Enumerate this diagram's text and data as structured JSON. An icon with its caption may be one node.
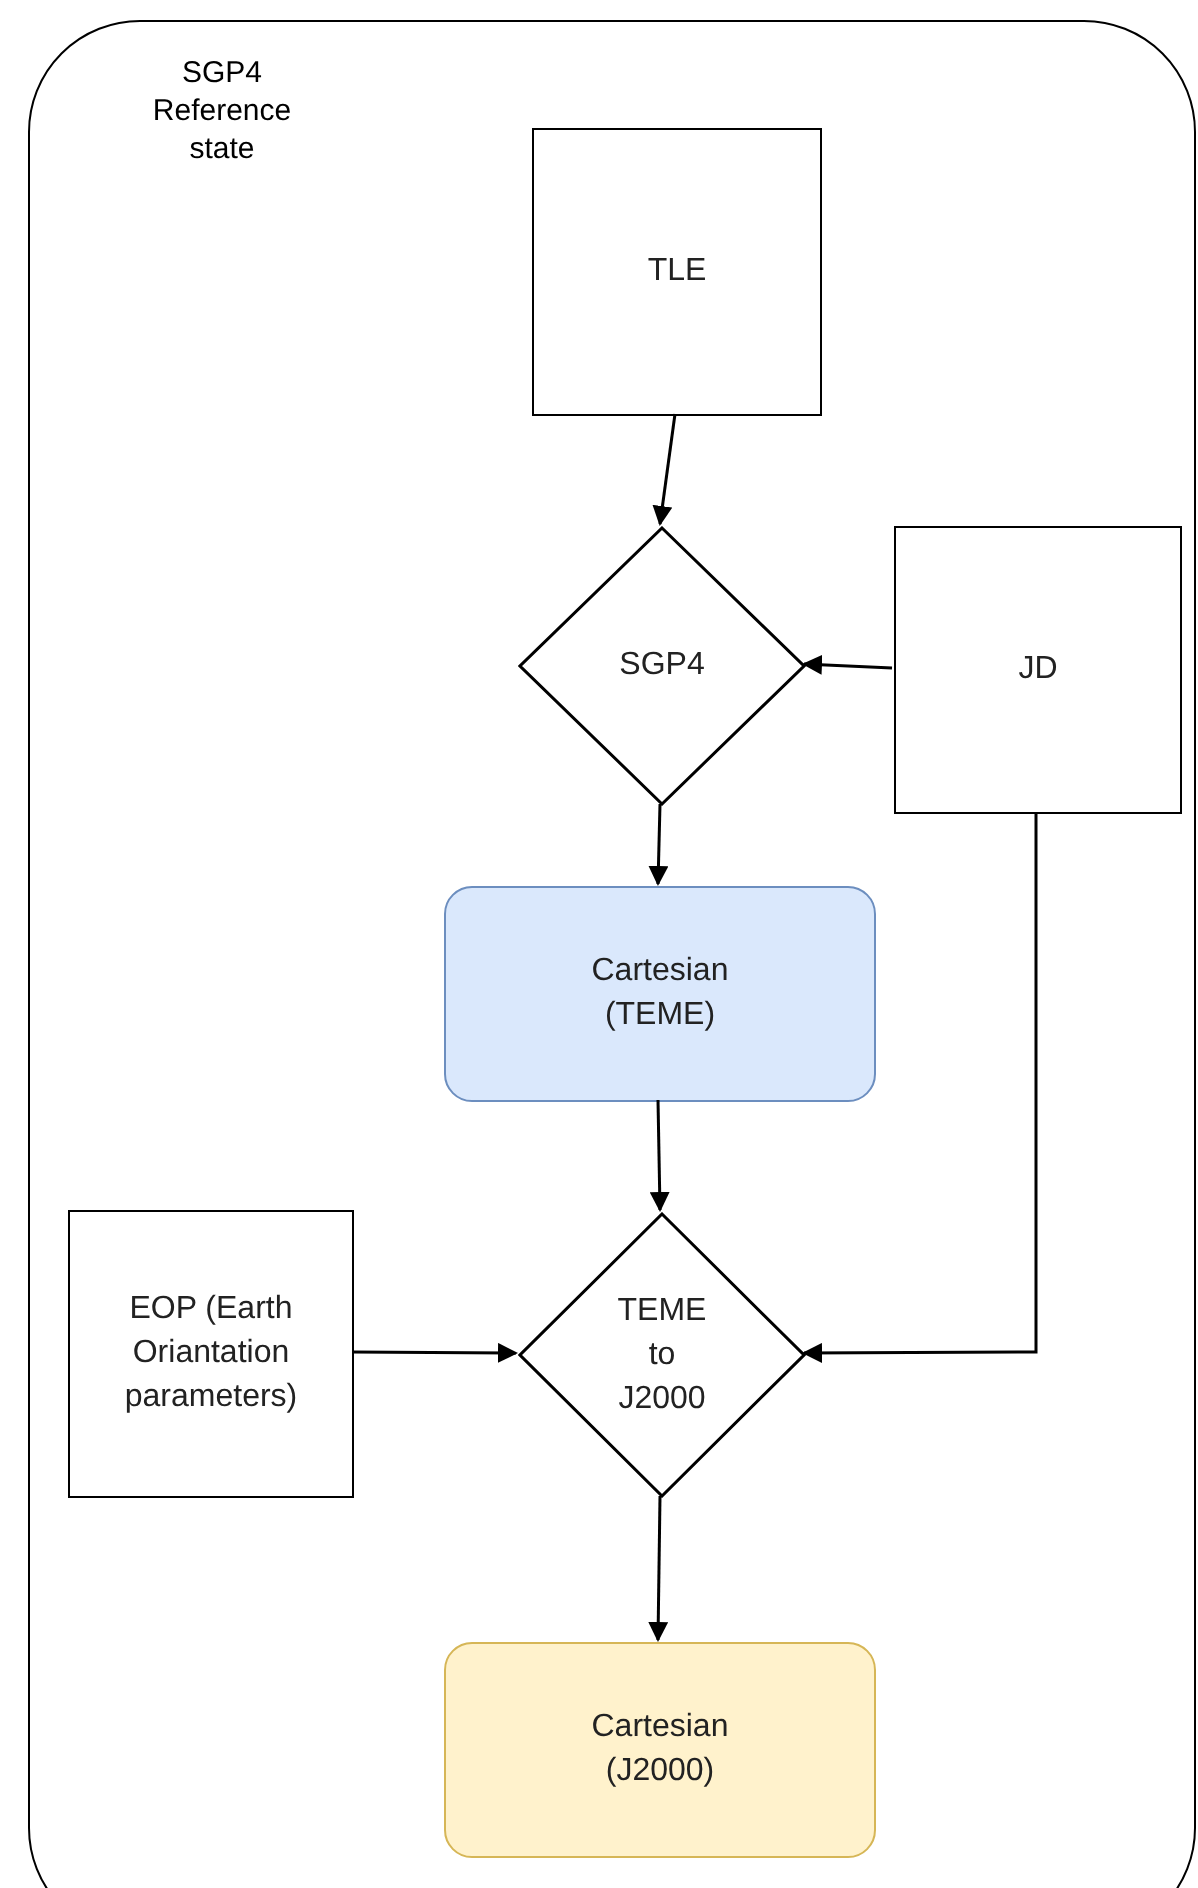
{
  "diagram": {
    "nodes": [
      {
        "text": [
          "SGP4 Reference state"
        ]
      },
      {
        "text": [
          "TLE"
        ],
        "in": 0
      },
      {
        "text": [
          "SGP4"
        ],
        "in": 0
      },
      {
        "text": [
          "JD"
        ],
        "in": 0
      },
      {
        "text": [
          "Cartesian (TEME)"
        ],
        "in": 0
      },
      {
        "text": [
          "EOP (Earth Oriantation parameters)"
        ],
        "in": 0
      },
      {
        "text": [
          "TEME to J2000"
        ],
        "in": 0
      },
      {
        "text": [
          "Cartesian (J2000)"
        ],
        "in": 0
      }
    ],
    "edges": [
      {
        "from": 1,
        "to": 2,
        "arrow": "to"
      },
      {
        "from": 3,
        "to": 2,
        "arrow": "to"
      },
      {
        "from": 2,
        "to": 4,
        "arrow": "to"
      },
      {
        "from": 4,
        "to": 6,
        "arrow": "to"
      },
      {
        "from": 5,
        "to": 6,
        "arrow": "to"
      },
      {
        "from": 3,
        "to": 6,
        "arrow": "to"
      },
      {
        "from": 6,
        "to": 7,
        "arrow": "to"
      }
    ]
  }
}
